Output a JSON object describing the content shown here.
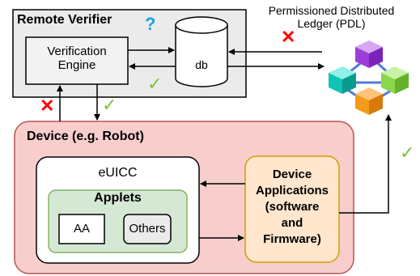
{
  "remote_verifier": {
    "title": "Remote Verifier",
    "engine_line1": "Verification",
    "engine_line2": "Engine",
    "db_label": "db",
    "question_mark": "?"
  },
  "pdl": {
    "title_line1": "Permissioned Distributed",
    "title_line2": "Ledger (PDL)",
    "icon": "blockchain-cubes-icon"
  },
  "device": {
    "title": "Device (e.g. Robot)",
    "euicc_label": "eUICC",
    "applets_label": "Applets",
    "aa_label": "AA",
    "others_label": "Others",
    "apps_line1": "Device",
    "apps_line2": "Applications",
    "apps_line3": "(software",
    "apps_line4": "and",
    "apps_line5": "Firmware)"
  },
  "marks": {
    "check": "✓",
    "cross": "✕"
  },
  "colors": {
    "verifier_fill": "#ebebeb",
    "device_fill": "#f8cecc",
    "device_stroke": "#b85450",
    "applets_fill": "#d5e8d4",
    "applets_stroke": "#82b366",
    "apps_fill": "#ffe6cc",
    "apps_stroke": "#d79b00",
    "check_green": "#7dc242",
    "cross_red": "#ff0000",
    "question_blue": "#1ba1e2"
  }
}
